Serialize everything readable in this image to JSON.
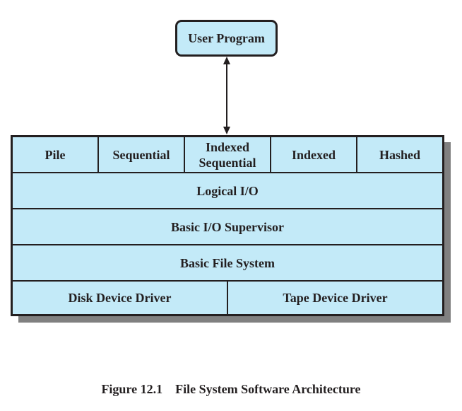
{
  "figure": {
    "caption_number": "Figure 12.1",
    "caption_title": "File System Software Architecture"
  },
  "top_component": {
    "label": "User Program"
  },
  "arrow": {
    "type": "bidirectional",
    "from": "User Program",
    "to": "Indexed Sequential"
  },
  "access_methods": [
    {
      "label": "Pile"
    },
    {
      "label": "Sequential"
    },
    {
      "label": "Indexed\nSequential"
    },
    {
      "label": "Indexed"
    },
    {
      "label": "Hashed"
    }
  ],
  "layers": [
    {
      "label": "Logical I/O"
    },
    {
      "label": "Basic I/O Supervisor"
    },
    {
      "label": "Basic File System"
    }
  ],
  "device_drivers": [
    {
      "label": "Disk Device Driver"
    },
    {
      "label": "Tape Device Driver"
    }
  ],
  "colors": {
    "box_fill": "#c3eaf8",
    "outline": "#231f20",
    "shadow": "#808080"
  }
}
